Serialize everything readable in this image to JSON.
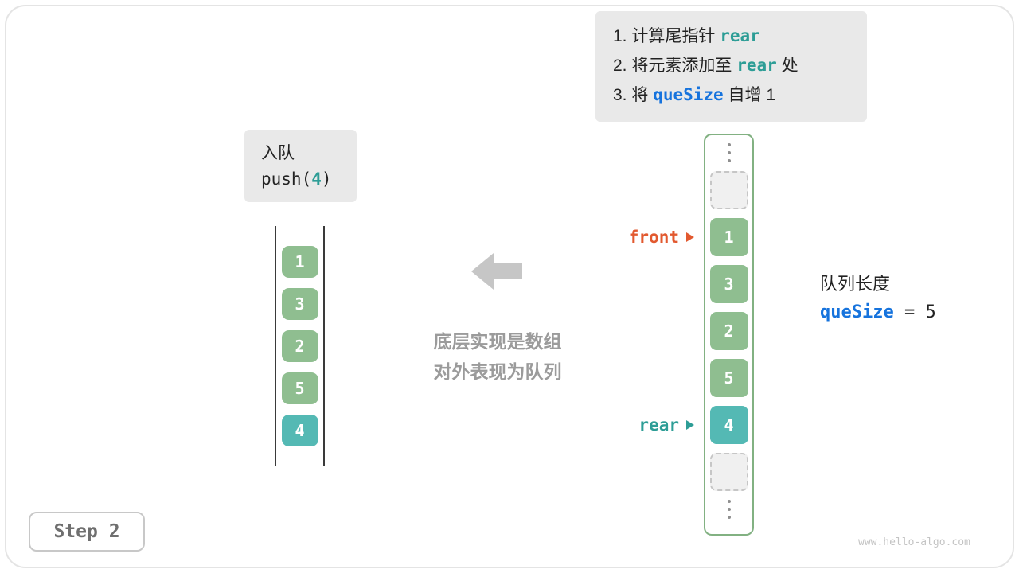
{
  "colors": {
    "green": "#8fbe90",
    "teal": "#54b9b4",
    "teal-text": "#2d9d96",
    "blue": "#1673dd",
    "orange": "#e2592f",
    "gray-box": "#e9e9e9",
    "arrow": "#c6c6c6",
    "center-text": "#9b9b9b",
    "step-text": "#6f6f6f",
    "card-border": "#e4e4e4",
    "array-border": "#82b182",
    "dashed-border": "#c6c6c6",
    "line-color": "#3a3a3a"
  },
  "instructions": {
    "lines": [
      {
        "pre": "1. 计算尾指针 ",
        "code": "rear",
        "post": ""
      },
      {
        "pre": "2. 将元素添加至 ",
        "code": "rear",
        "post": " 处"
      },
      {
        "pre": "3. 将 ",
        "code": "queSize",
        "post": " 自增 1"
      }
    ]
  },
  "enqueue": {
    "title": "入队",
    "code_pre": "push(",
    "arg": "4",
    "code_post": ")"
  },
  "left_queue": {
    "values": [
      "1",
      "3",
      "2",
      "5",
      "4"
    ]
  },
  "center": {
    "line1": "底层实现是数组",
    "line2": "对外表现为队列"
  },
  "array": {
    "cells": [
      "1",
      "3",
      "2",
      "5",
      "4"
    ],
    "front_label": "front",
    "rear_label": "rear"
  },
  "queue_info": {
    "label": "队列长度",
    "var": "queSize",
    "eq": " = 5"
  },
  "step": {
    "label": "Step 2"
  },
  "watermark": "www.hello-algo.com"
}
